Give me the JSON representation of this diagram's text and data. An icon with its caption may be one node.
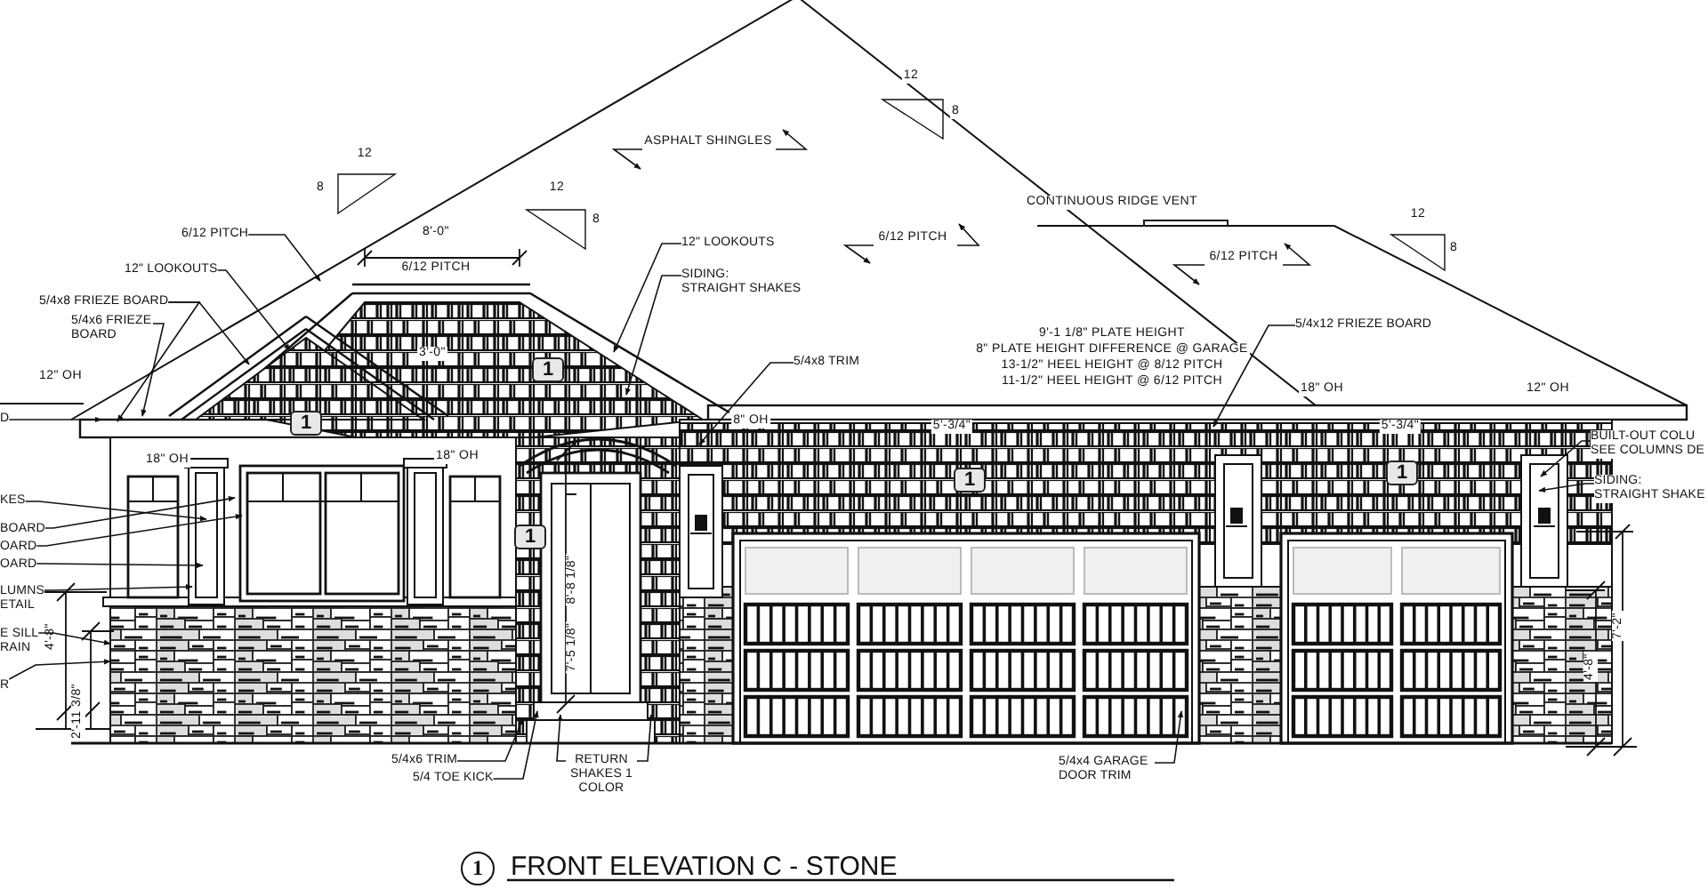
{
  "diagram": {
    "title": "FRONT ELEVATION C - STONE",
    "nodes": [
      {
        "text": [
          "6/12 PITCH"
        ]
      },
      {
        "text": [
          "12\" LOOKOUTS"
        ]
      },
      {
        "text": [
          "5/4x8 FRIEZE BOARD"
        ]
      },
      {
        "text": [
          "5/4x6 FRIEZE BOARD"
        ]
      },
      {
        "text": [
          "D"
        ]
      },
      {
        "text": [
          "KES"
        ]
      },
      {
        "text": [
          "BOARD"
        ]
      },
      {
        "text": [
          "OARD"
        ]
      },
      {
        "text": [
          "OARD"
        ]
      },
      {
        "text": [
          "LUMNS",
          "ETAIL"
        ]
      },
      {
        "text": [
          "E SILL",
          "RAIN"
        ]
      },
      {
        "text": [
          "R"
        ]
      },
      {
        "text": [
          "12\" LOOKOUTS"
        ]
      },
      {
        "text": [
          "SIDING: STRAIGHT SHAKES"
        ]
      },
      {
        "text": [
          "5/4x8 TRIM"
        ]
      },
      {
        "text": [
          "5/4x12 FRIEZE BOARD"
        ]
      },
      {
        "text": [
          "BUILT-OUT COLU",
          "SEE COLUMNS DE"
        ]
      },
      {
        "text": [
          "SIDING: STRAIGHT SHAKE"
        ]
      },
      {
        "text": [
          "5/4x6 TRIM"
        ]
      },
      {
        "text": [
          "5/4 TOE KICK"
        ]
      },
      {
        "text": [
          "RETURN SHAKES 1 COLOR"
        ]
      },
      {
        "text": [
          "5/4x4 GARAGE DOOR TRIM"
        ]
      },
      {
        "text": [
          "1"
        ]
      },
      {
        "text": [
          "1"
        ]
      },
      {
        "text": [
          "1"
        ]
      },
      {
        "text": [
          "1"
        ]
      },
      {
        "text": [
          "1"
        ]
      },
      {
        "text": [
          "1"
        ]
      }
    ],
    "edges": [
      {
        "from": 0,
        "to": null,
        "arrow": "to"
      },
      {
        "from": 1,
        "to": null,
        "arrow": "to"
      },
      {
        "from": 2,
        "to": null,
        "arrow": "to"
      },
      {
        "from": 2,
        "to": null,
        "arrow": "to"
      },
      {
        "from": 3,
        "to": null,
        "arrow": "to"
      },
      {
        "from": 4,
        "to": null,
        "arrow": "to"
      },
      {
        "from": 5,
        "to": null,
        "arrow": "to"
      },
      {
        "from": 6,
        "to": null,
        "arrow": "to"
      },
      {
        "from": 7,
        "to": null,
        "arrow": "to"
      },
      {
        "from": 8,
        "to": null,
        "arrow": "to"
      },
      {
        "from": 9,
        "to": null,
        "arrow": "to"
      },
      {
        "from": 10,
        "to": null,
        "arrow": "to"
      },
      {
        "from": 11,
        "to": null,
        "arrow": "to"
      },
      {
        "from": 12,
        "to": null,
        "arrow": "to"
      },
      {
        "from": 13,
        "to": null,
        "arrow": "to"
      },
      {
        "from": 14,
        "to": null,
        "arrow": "to"
      },
      {
        "from": 15,
        "to": null,
        "arrow": "to"
      },
      {
        "from": 16,
        "to": null,
        "arrow": "to"
      },
      {
        "from": 17,
        "to": null,
        "arrow": "to"
      },
      {
        "from": 18,
        "to": null,
        "arrow": "to"
      },
      {
        "from": 19,
        "to": null,
        "arrow": "to"
      },
      {
        "from": 20,
        "to": null,
        "arrow": "to"
      },
      {
        "from": 20,
        "to": null,
        "arrow": "to"
      },
      {
        "from": 21,
        "to": null,
        "arrow": "to"
      }
    ],
    "labels": [
      "12",
      "8",
      "12",
      "8",
      "ASPHALT SHINGLES",
      "12",
      "8",
      "8'-0\"",
      "6/12 PITCH",
      "6/12 PITCH",
      "CONTINUOUS RIDGE VENT",
      "12",
      "8",
      "6/12 PITCH",
      "9'-1 1/8\" PLATE HEIGHT",
      "8\" PLATE HEIGHT DIFFERENCE @ GARAGE",
      "13-1/2\" HEEL HEIGHT @ 8/12 PITCH",
      "11-1/2\" HEEL HEIGHT @ 6/12 PITCH",
      "12\" OH",
      "3'-0\"",
      "18\" OH",
      "18\" OH",
      "8\" OH",
      "18\" OH",
      "12\" OH",
      "5'-3/4\"",
      "5'-3/4\"",
      "8'-8 1/8\"",
      "7'-5 1/8\"",
      "4'-8\"",
      "2'-11 3/8\"",
      "4'-8\"",
      "7'-2\""
    ]
  }
}
